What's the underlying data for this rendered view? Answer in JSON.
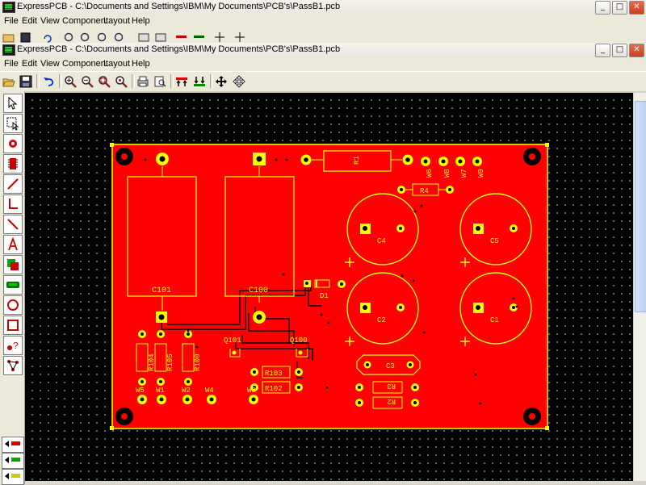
{
  "window_back": {
    "title": "ExpressPCB - C:\\Documents and Settings\\IBM\\My Documents\\PCB's\\PassB1.pcb"
  },
  "window_front": {
    "title": "ExpressPCB - C:\\Documents and Settings\\IBM\\My Documents\\PCB's\\PassB1.pcb"
  },
  "window_buttons": {
    "minimize": "_",
    "maximize": "□",
    "close": "✕"
  },
  "menu": [
    "File",
    "Edit",
    "View",
    "Component",
    "Layout",
    "Help"
  ],
  "toolbar_icons": [
    "open-icon",
    "save-icon",
    "undo-icon",
    "zoom-in-icon",
    "zoom-out-icon",
    "zoom-fit-icon",
    "zoom-window-icon",
    "print-icon",
    "print-preview-icon",
    "layer-top-icon",
    "layer-bottom-icon",
    "pan-icon",
    "move-icon"
  ],
  "left_tools": [
    "pointer-icon",
    "select-area-icon",
    "place-pad-icon",
    "place-component-icon",
    "draw-trace-icon",
    "place-corner-icon",
    "diagonal-trace-icon",
    "text-icon",
    "ground-plane-icon",
    "connector-icon",
    "circle-icon",
    "rectangle-icon",
    "help-pointer-icon",
    "netlist-icon"
  ],
  "pcb": {
    "colors": {
      "board": "#ff0000",
      "silk": "#ffff00",
      "pad_ring": "#ffff00",
      "pad_hole": "#000000",
      "trace_outline": "#000000"
    },
    "labels": {
      "C101": "C101",
      "C100": "C100",
      "R1": "R1",
      "R4": "R4",
      "W6": "W6",
      "W8": "W8",
      "W7": "W7",
      "W9": "W9",
      "C4": "C4",
      "C5": "C5",
      "C2": "C2",
      "C1": "C1",
      "C3": "C3",
      "D1": "D1",
      "Q101": "Q101",
      "Q100": "Q100",
      "R104": "R104",
      "R105": "R105",
      "R100": "R100",
      "R103": "R103",
      "R102": "R102",
      "R3": "R3",
      "R2": "R2",
      "W5": "W5",
      "W1": "W1",
      "W2": "W2",
      "W4": "W4",
      "W3": "W3"
    }
  }
}
